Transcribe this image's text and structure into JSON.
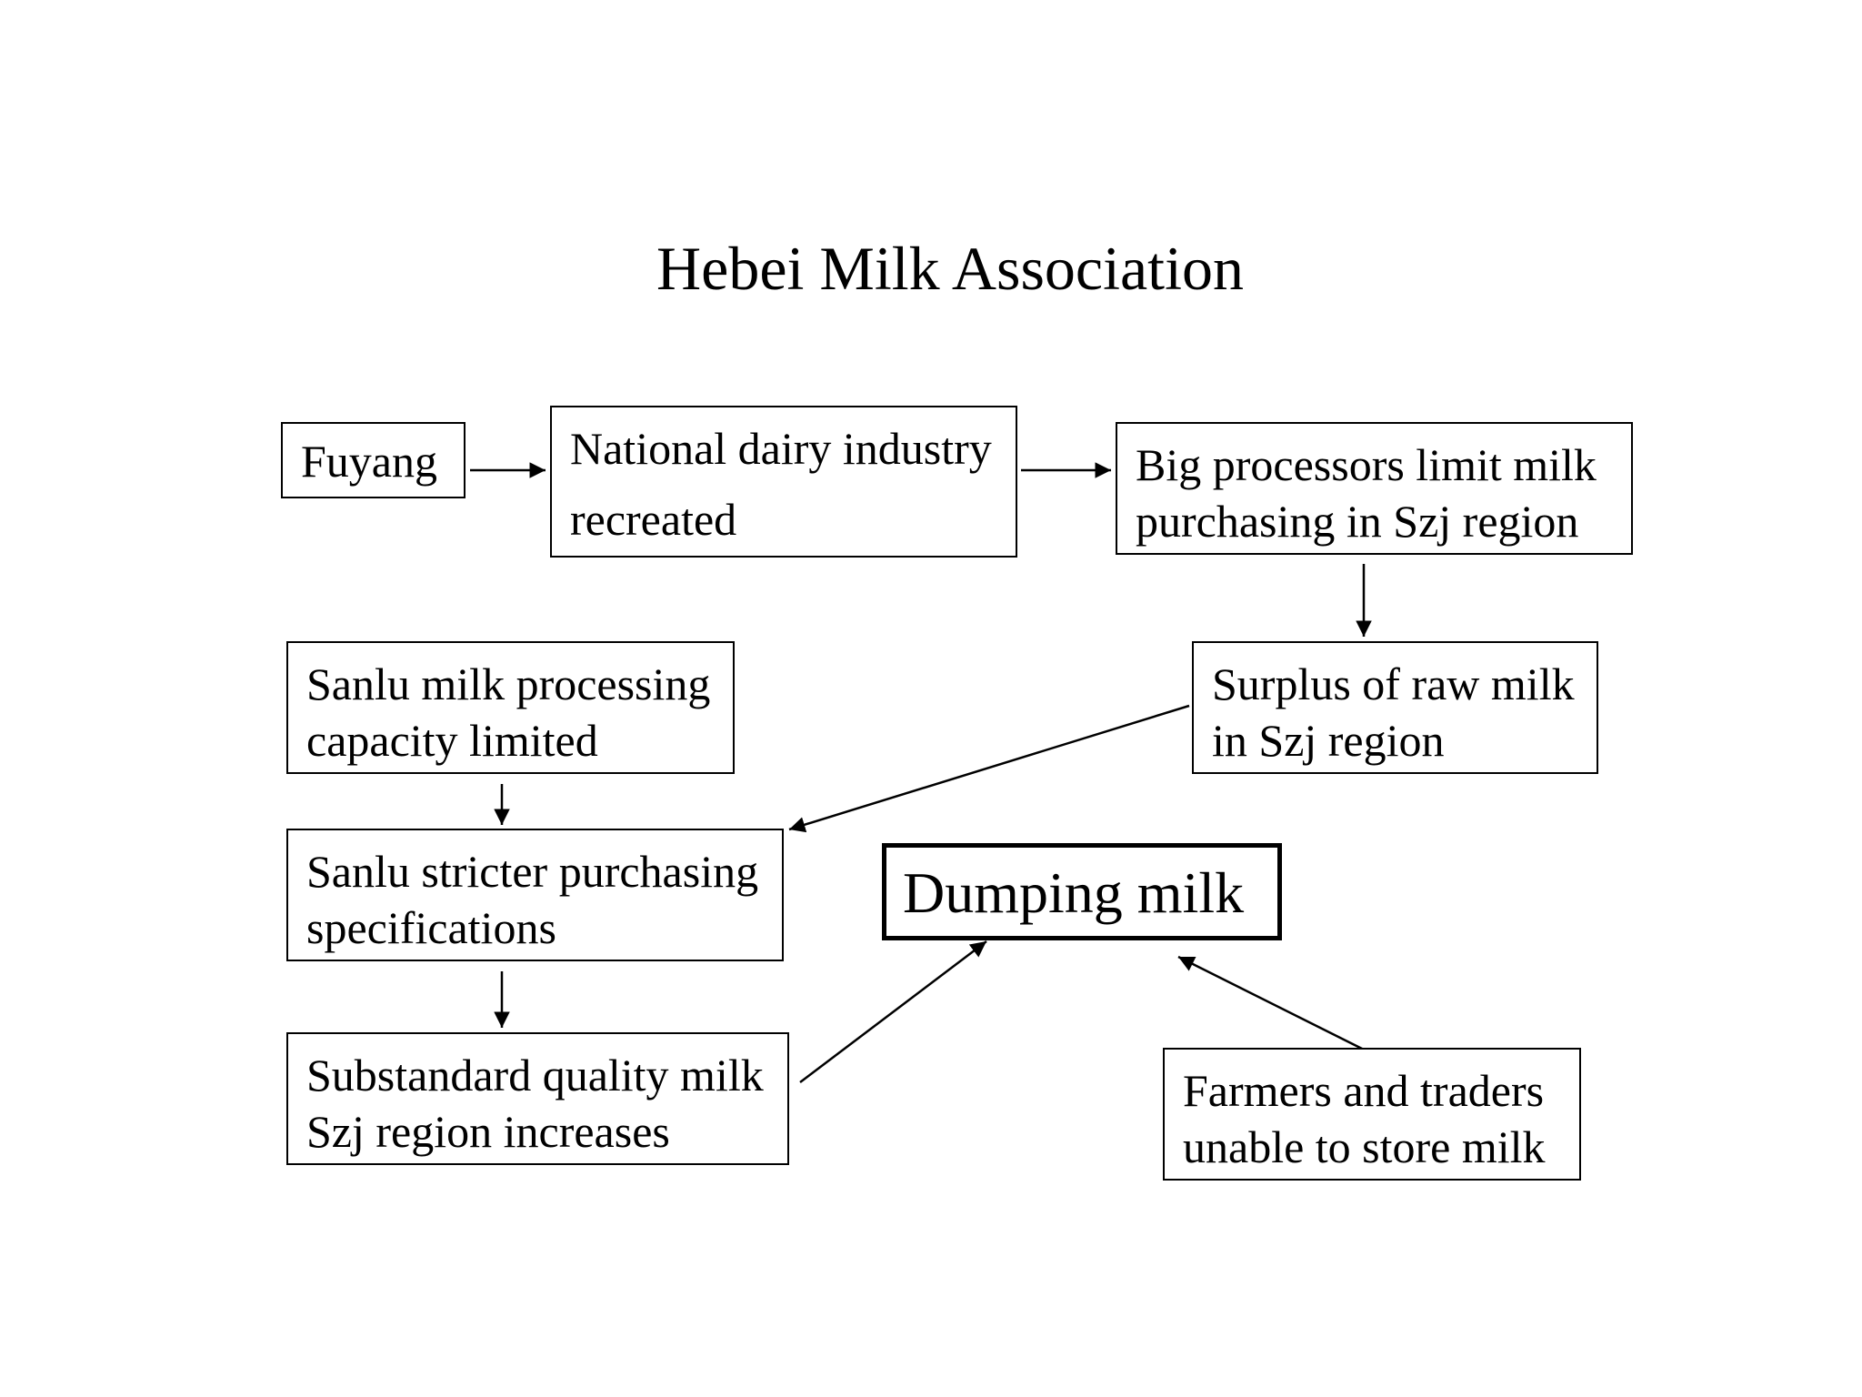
{
  "title": "Hebei Milk Association",
  "nodes": {
    "fuyang": {
      "lines": [
        "Fuyang"
      ]
    },
    "national": {
      "lines": [
        "National dairy industry",
        "recreated"
      ]
    },
    "big_processors": {
      "lines": [
        "Big processors limit milk",
        "purchasing in Szj region"
      ]
    },
    "surplus": {
      "lines": [
        "Surplus of raw milk",
        "in Szj region"
      ]
    },
    "sanlu_capacity": {
      "lines": [
        "Sanlu milk processing",
        "capacity limited"
      ]
    },
    "sanlu_stricter": {
      "lines": [
        "Sanlu stricter purchasing",
        "specifications"
      ]
    },
    "substandard": {
      "lines": [
        "Substandard quality milk",
        "Szj region increases"
      ]
    },
    "farmers": {
      "lines": [
        "Farmers and traders",
        "unable to store milk"
      ]
    },
    "dumping": {
      "lines": [
        "Dumping milk"
      ]
    }
  },
  "edges": [
    {
      "from": "fuyang",
      "to": "national"
    },
    {
      "from": "national",
      "to": "big_processors"
    },
    {
      "from": "big_processors",
      "to": "surplus"
    },
    {
      "from": "surplus",
      "to": "sanlu_stricter"
    },
    {
      "from": "sanlu_capacity",
      "to": "sanlu_stricter"
    },
    {
      "from": "sanlu_stricter",
      "to": "substandard"
    },
    {
      "from": "substandard",
      "to": "dumping"
    },
    {
      "from": "farmers",
      "to": "dumping"
    }
  ],
  "colors": {
    "line": "#000000",
    "background": "#ffffff",
    "text": "#000000"
  }
}
